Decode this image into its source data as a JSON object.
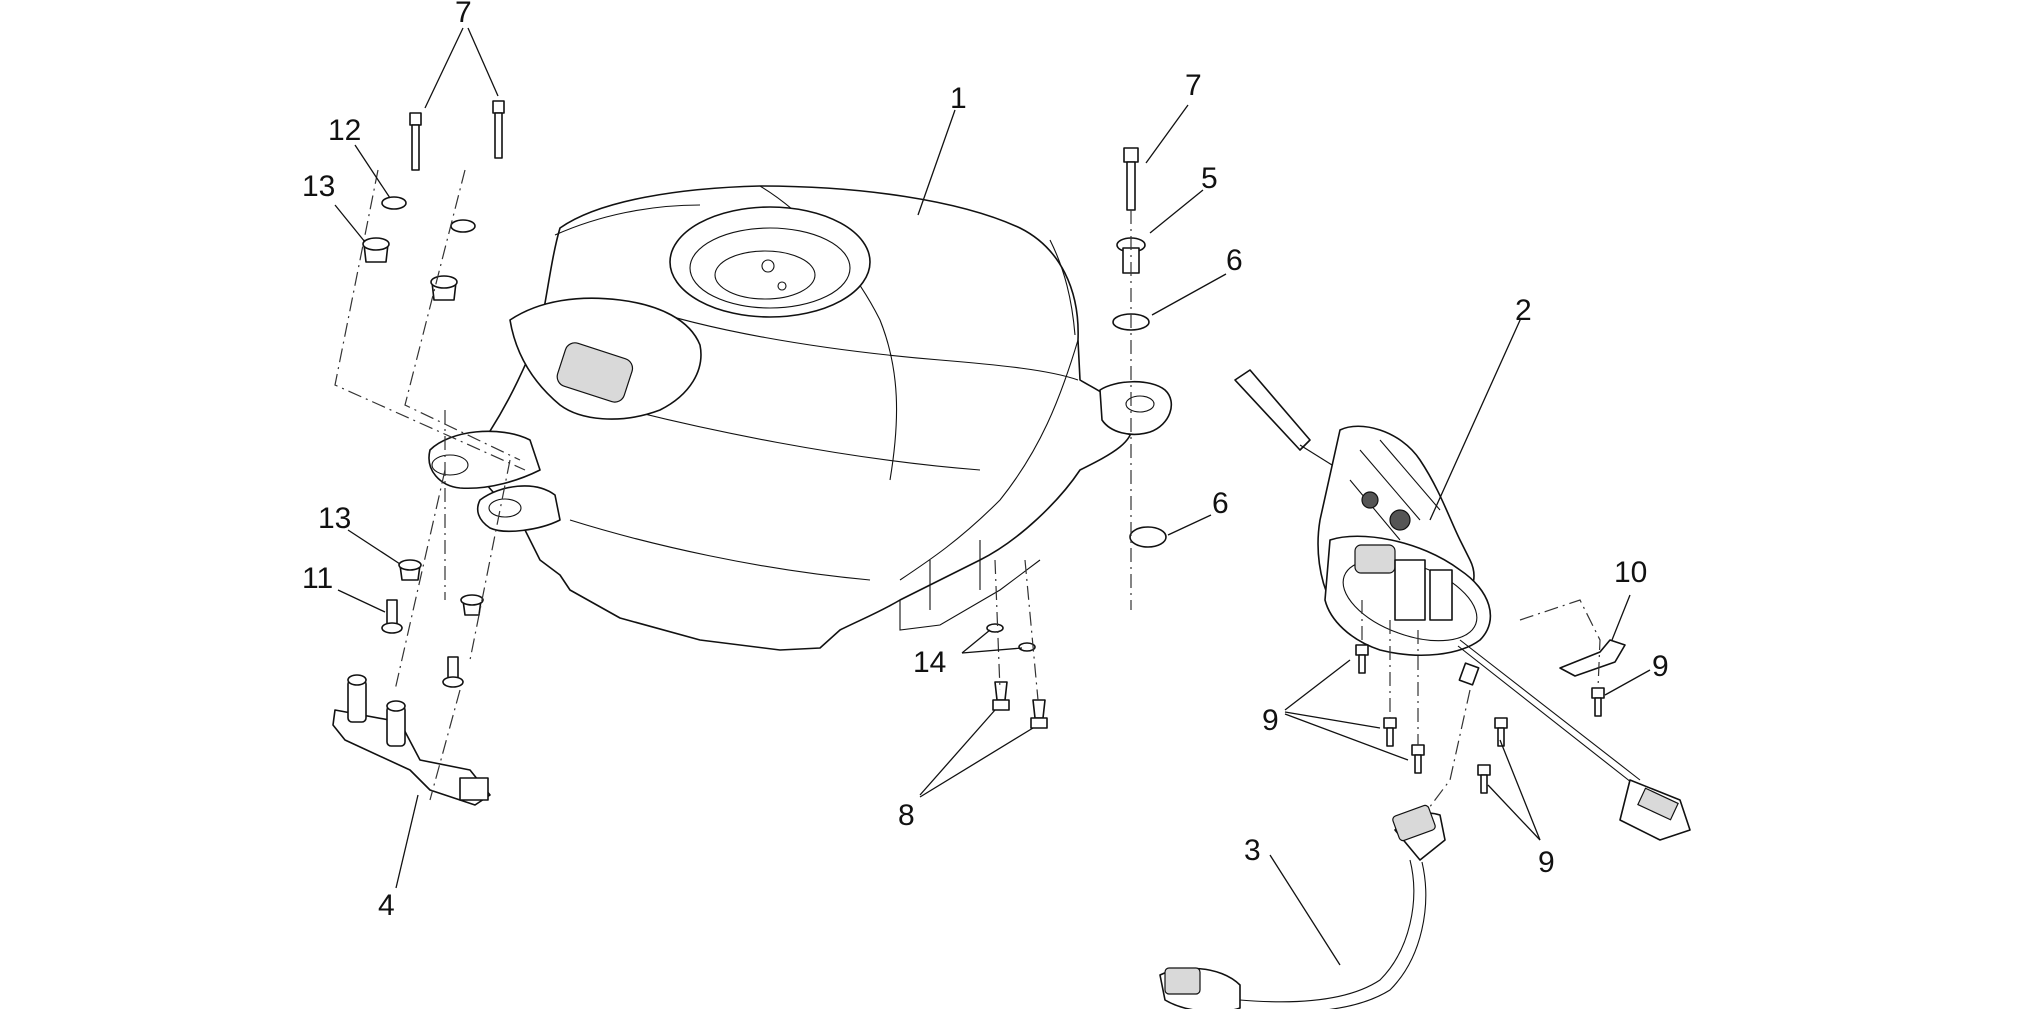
{
  "diagram": {
    "callouts": [
      {
        "id": "c7a",
        "text": "7"
      },
      {
        "id": "c12",
        "text": "12"
      },
      {
        "id": "c13a",
        "text": "13"
      },
      {
        "id": "c1",
        "text": "1"
      },
      {
        "id": "c7b",
        "text": "7"
      },
      {
        "id": "c5",
        "text": "5"
      },
      {
        "id": "c6a",
        "text": "6"
      },
      {
        "id": "c2",
        "text": "2"
      },
      {
        "id": "c6b",
        "text": "6"
      },
      {
        "id": "c13b",
        "text": "13"
      },
      {
        "id": "c11",
        "text": "11"
      },
      {
        "id": "c10",
        "text": "10"
      },
      {
        "id": "c14",
        "text": "14"
      },
      {
        "id": "c9a",
        "text": "9"
      },
      {
        "id": "c9b",
        "text": "9"
      },
      {
        "id": "c8",
        "text": "8"
      },
      {
        "id": "c3",
        "text": "3"
      },
      {
        "id": "c9c",
        "text": "9"
      },
      {
        "id": "c4",
        "text": "4"
      }
    ]
  }
}
